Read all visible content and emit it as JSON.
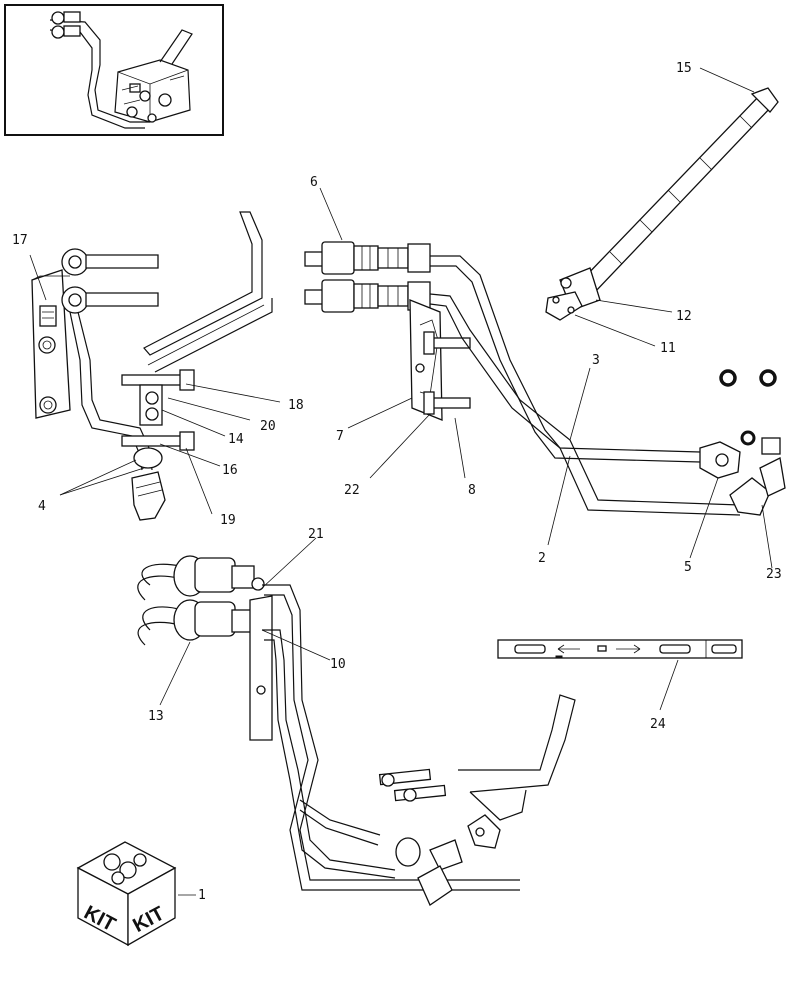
{
  "labels": {
    "l1": "1",
    "l2": "2",
    "l3": "3",
    "l4": "4",
    "l5": "5",
    "l6": "6",
    "l7": "7",
    "l8": "8",
    "l10": "10",
    "l11": "11",
    "l12": "12",
    "l13": "13",
    "l14": "14",
    "l15": "15",
    "l16": "16",
    "l17": "17",
    "l18": "18",
    "l19": "19",
    "l20": "20",
    "l21": "21",
    "l22": "22",
    "l23": "23",
    "l24": "24"
  },
  "kit": {
    "left": "KIT",
    "right": "KIT"
  }
}
